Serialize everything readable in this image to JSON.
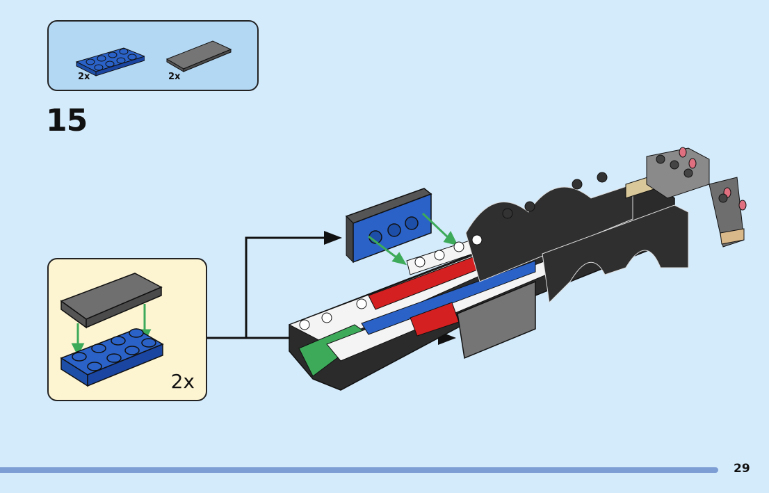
{
  "parts_list": {
    "items": [
      {
        "name": "blue-plate-2x4",
        "color": "#2a62c8",
        "quantity": "2x"
      },
      {
        "name": "dark-gray-tile-2x4",
        "color": "#6e6e6e",
        "quantity": "2x"
      }
    ]
  },
  "step": {
    "number": "15"
  },
  "sub_assembly": {
    "quantity": "2x"
  },
  "colors": {
    "background": "#d4ebfb",
    "parts_box": "#b3d8f4",
    "sub_box": "#fdf4d1",
    "arrow_green": "#3daa5a",
    "page_bar": "#7d9ed4"
  },
  "footer": {
    "page_number": "29"
  }
}
